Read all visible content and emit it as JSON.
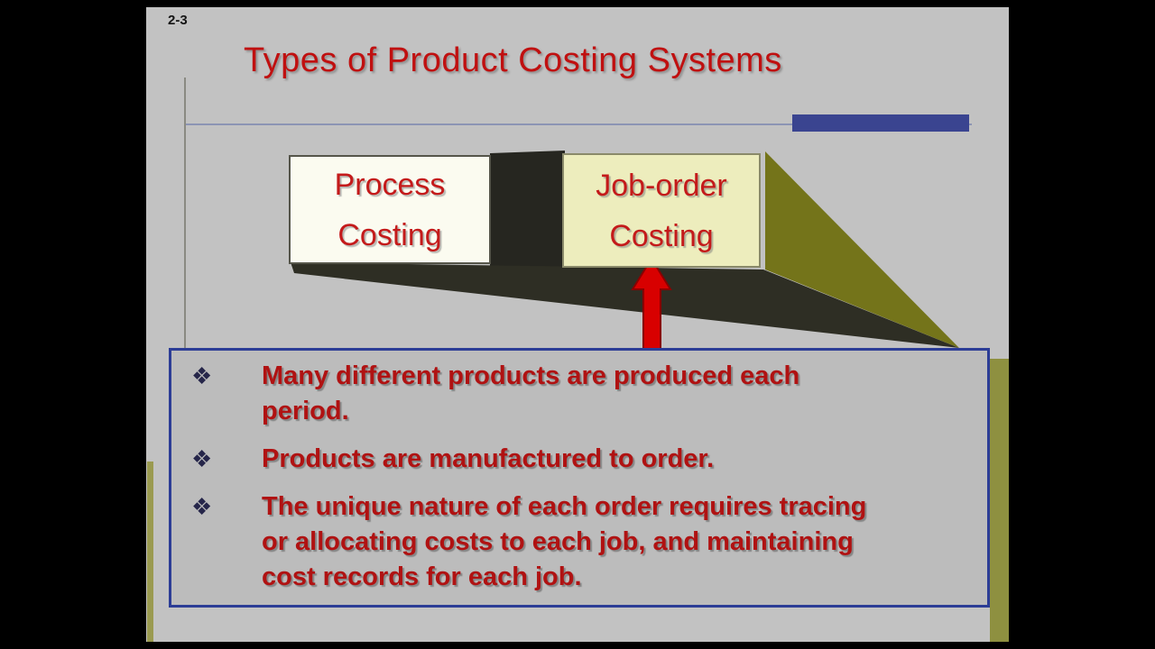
{
  "slide": {
    "page_number": "2-3",
    "title": "Types of Product Costing Systems"
  },
  "diagram": {
    "process_box": {
      "line1": "Process",
      "line2": "Costing"
    },
    "job_order_box": {
      "line1": "Job-order",
      "line2": "Costing"
    }
  },
  "callout": {
    "bullet_glyph": "❖",
    "bullets": [
      "Many different products are produced each period.",
      "Products are manufactured to order.",
      "The unique nature of each order requires tracing or allocating costs to each job, and maintaining cost records for each job."
    ]
  },
  "colors": {
    "slide_bg": "#c2c2c2",
    "title_red": "#c01010",
    "bullet_red": "#b01212",
    "box_text_red": "#c41a1a",
    "accent_navy": "#3a4490",
    "process_box_bg": "#fbfbf0",
    "job_box_bg": "#ededbd",
    "wedge_dark": "#2e2e24",
    "wedge_olive": "#74741a",
    "arrow_red": "#d80000",
    "callout_border": "#2c3d96",
    "callout_bg": "#bcbcbc",
    "shadow_olive": "#8e9040"
  }
}
